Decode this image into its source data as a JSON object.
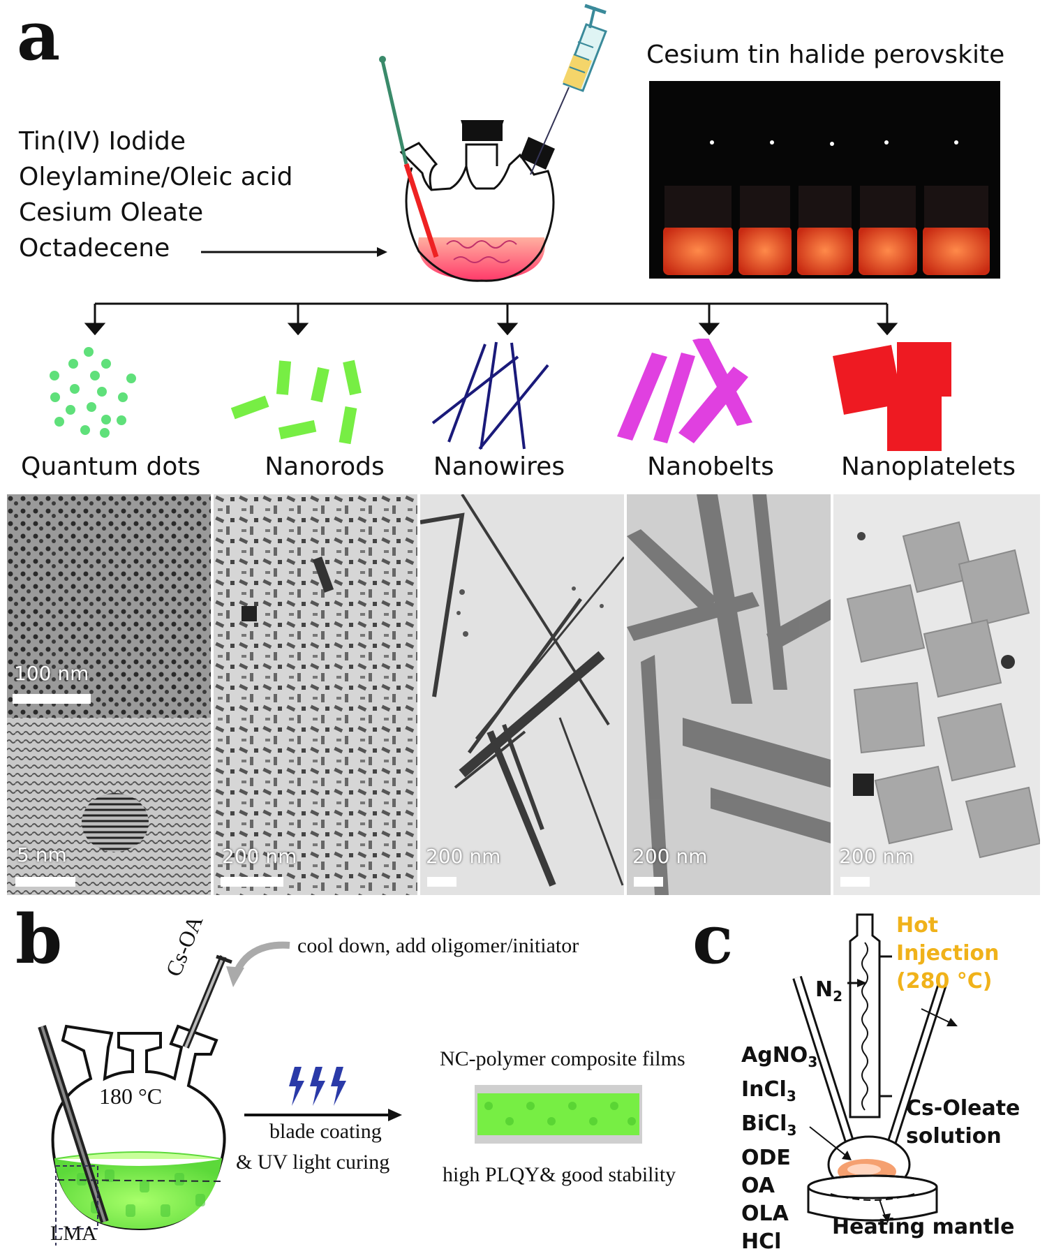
{
  "panel_a": {
    "letter": "a",
    "reagents": [
      "Tin(IV) Iodide",
      "Oleylamine/Oleic acid",
      "Cesium Oleate",
      "Octadecene"
    ],
    "photo_title": "Cesium tin halide perovskite",
    "shapes": [
      "Quantum dots",
      "Nanorods",
      "Nanowires",
      "Nanobelts",
      "Nanoplatelets"
    ],
    "tem_scale_labels": [
      "100 nm",
      "5 nm",
      "200 nm",
      "200 nm",
      "200 nm",
      "200 nm"
    ]
  },
  "panel_b": {
    "letter": "b",
    "cool_text": "cool down, add oligomer/initiator",
    "syringe_label": "Cs-OA",
    "temperature": "180 °C",
    "lma_label": "LMA",
    "step_label_1": "blade coating",
    "step_label_2": "& UV light curing",
    "film_title": "NC-polymer composite films",
    "film_caption": "high PLQY& good stability"
  },
  "panel_c": {
    "letter": "c",
    "hot_injection": [
      "Hot",
      "Injection",
      "(280 °C)"
    ],
    "n2_label": "N",
    "n2_sub": "2",
    "reagents": [
      {
        "base": "AgNO",
        "sub": "3"
      },
      {
        "base": "InCl",
        "sub": "3"
      },
      {
        "base": "BiCl",
        "sub": "3"
      },
      {
        "base": "ODE",
        "sub": ""
      },
      {
        "base": "OA",
        "sub": ""
      },
      {
        "base": "OLA",
        "sub": ""
      },
      {
        "base": "HCl",
        "sub": ""
      }
    ],
    "cs_oleate": [
      "Cs-Oleate",
      "solution"
    ],
    "heating_mantle": "Heating mantle"
  },
  "colors": {
    "dots": "#5fe07a",
    "rods": "#77ee44",
    "wires": "#1a1a7a",
    "belts": "#e040e0",
    "platelets": "#ee1a22",
    "hot_injection": "#f0b21a",
    "vial_glow": "#ff5a2a"
  }
}
